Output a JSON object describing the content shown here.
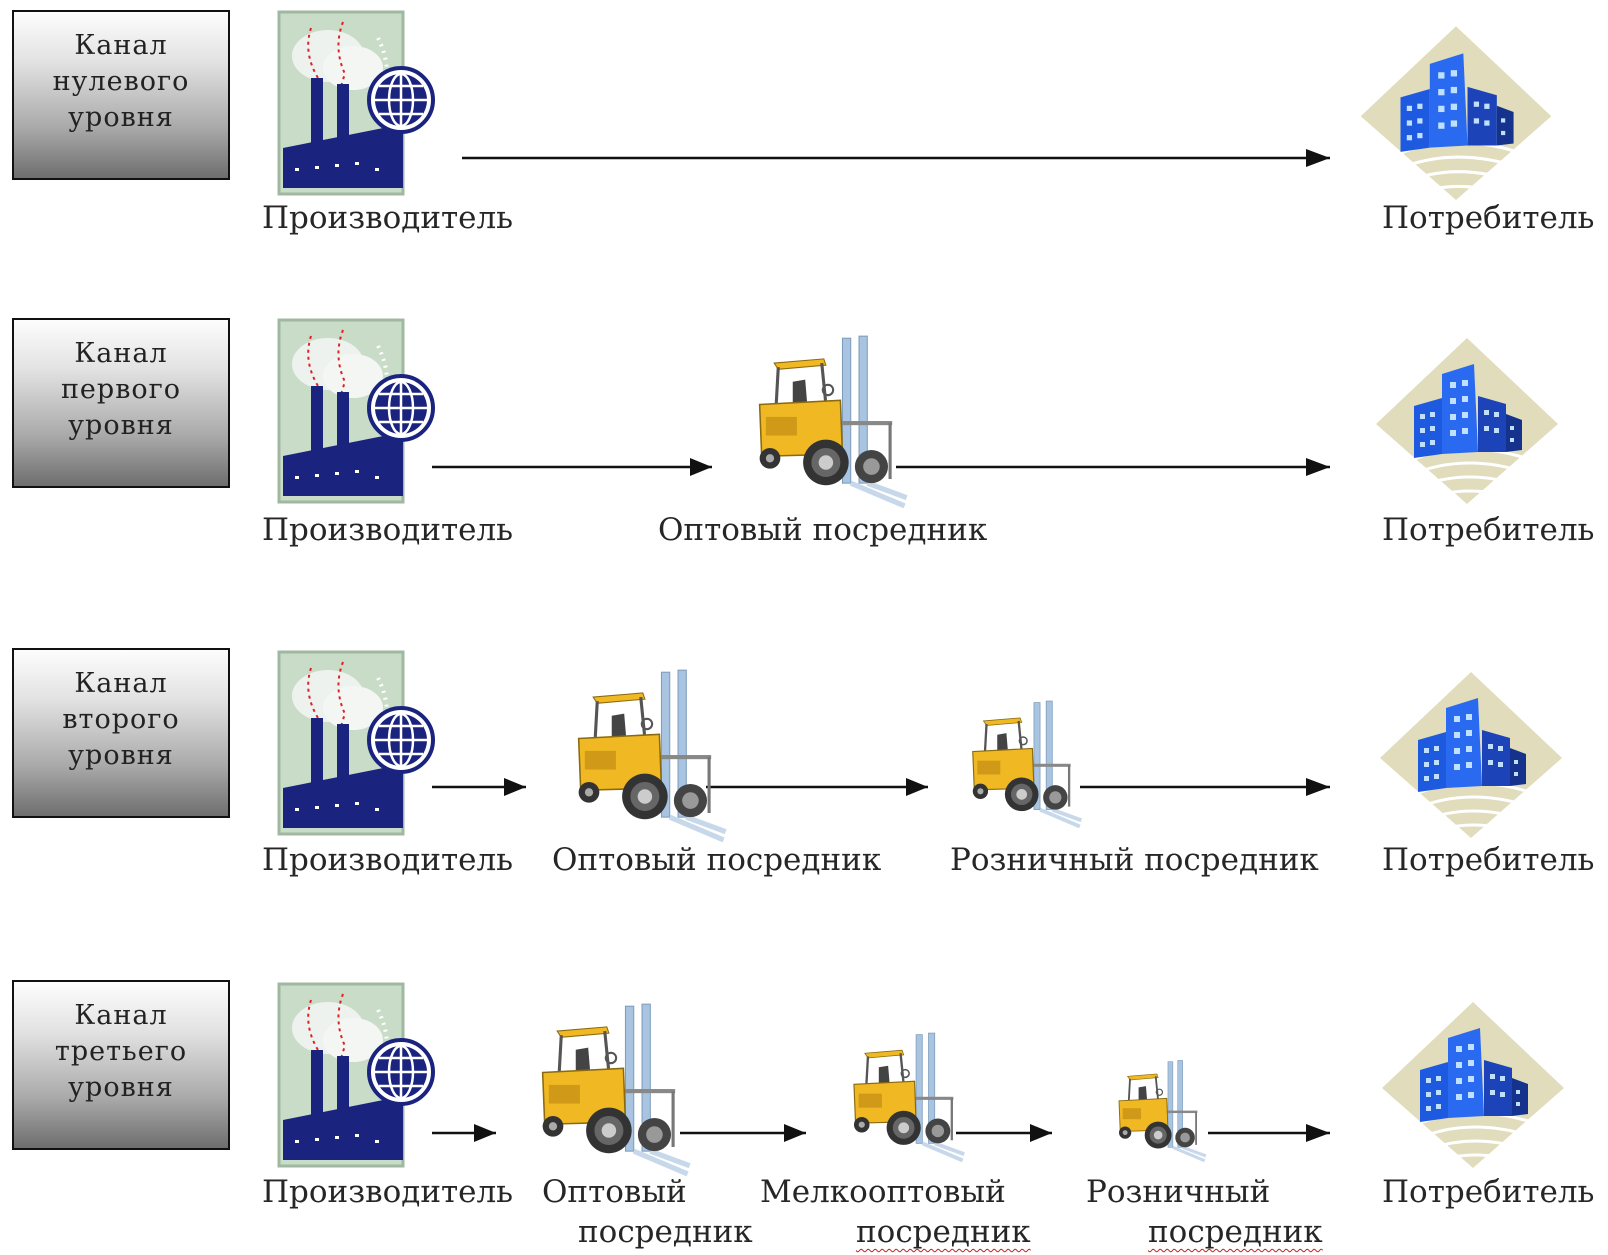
{
  "rows": [
    {
      "label": [
        "Канал",
        "нулевого",
        "уровня"
      ],
      "captions": {
        "producer": "Производитель",
        "consumer": "Потребитель"
      }
    },
    {
      "label": [
        "Канал",
        "первого",
        "уровня"
      ],
      "captions": {
        "producer": "Производитель",
        "wholesale": "Оптовый посредник",
        "consumer": "Потребитель"
      }
    },
    {
      "label": [
        "Канал",
        "второго",
        "уровня"
      ],
      "captions": {
        "producer": "Производитель",
        "wholesale": "Оптовый посредник",
        "retail": "Розничный посредник",
        "consumer": "Потребитель"
      }
    },
    {
      "label": [
        "Канал",
        "третьего",
        "уровня"
      ],
      "captions": {
        "producer": "Производитель",
        "wholesale_line1": "Оптовый",
        "wholesale_line2": "посредник",
        "small_wholesale_line1": "Мелкооптовый",
        "small_wholesale_line2": "посредник",
        "retail_line1": "Розничный",
        "retail_line2": "посредник",
        "consumer": "Потребитель"
      }
    }
  ],
  "colors": {
    "factory": "#1a237e",
    "factory_bg": "#c8dcc8",
    "forklift": "#f0b823",
    "mast": "#a8c4e0",
    "building": "#1e5ae0",
    "diamond": "#e0dcbc"
  }
}
